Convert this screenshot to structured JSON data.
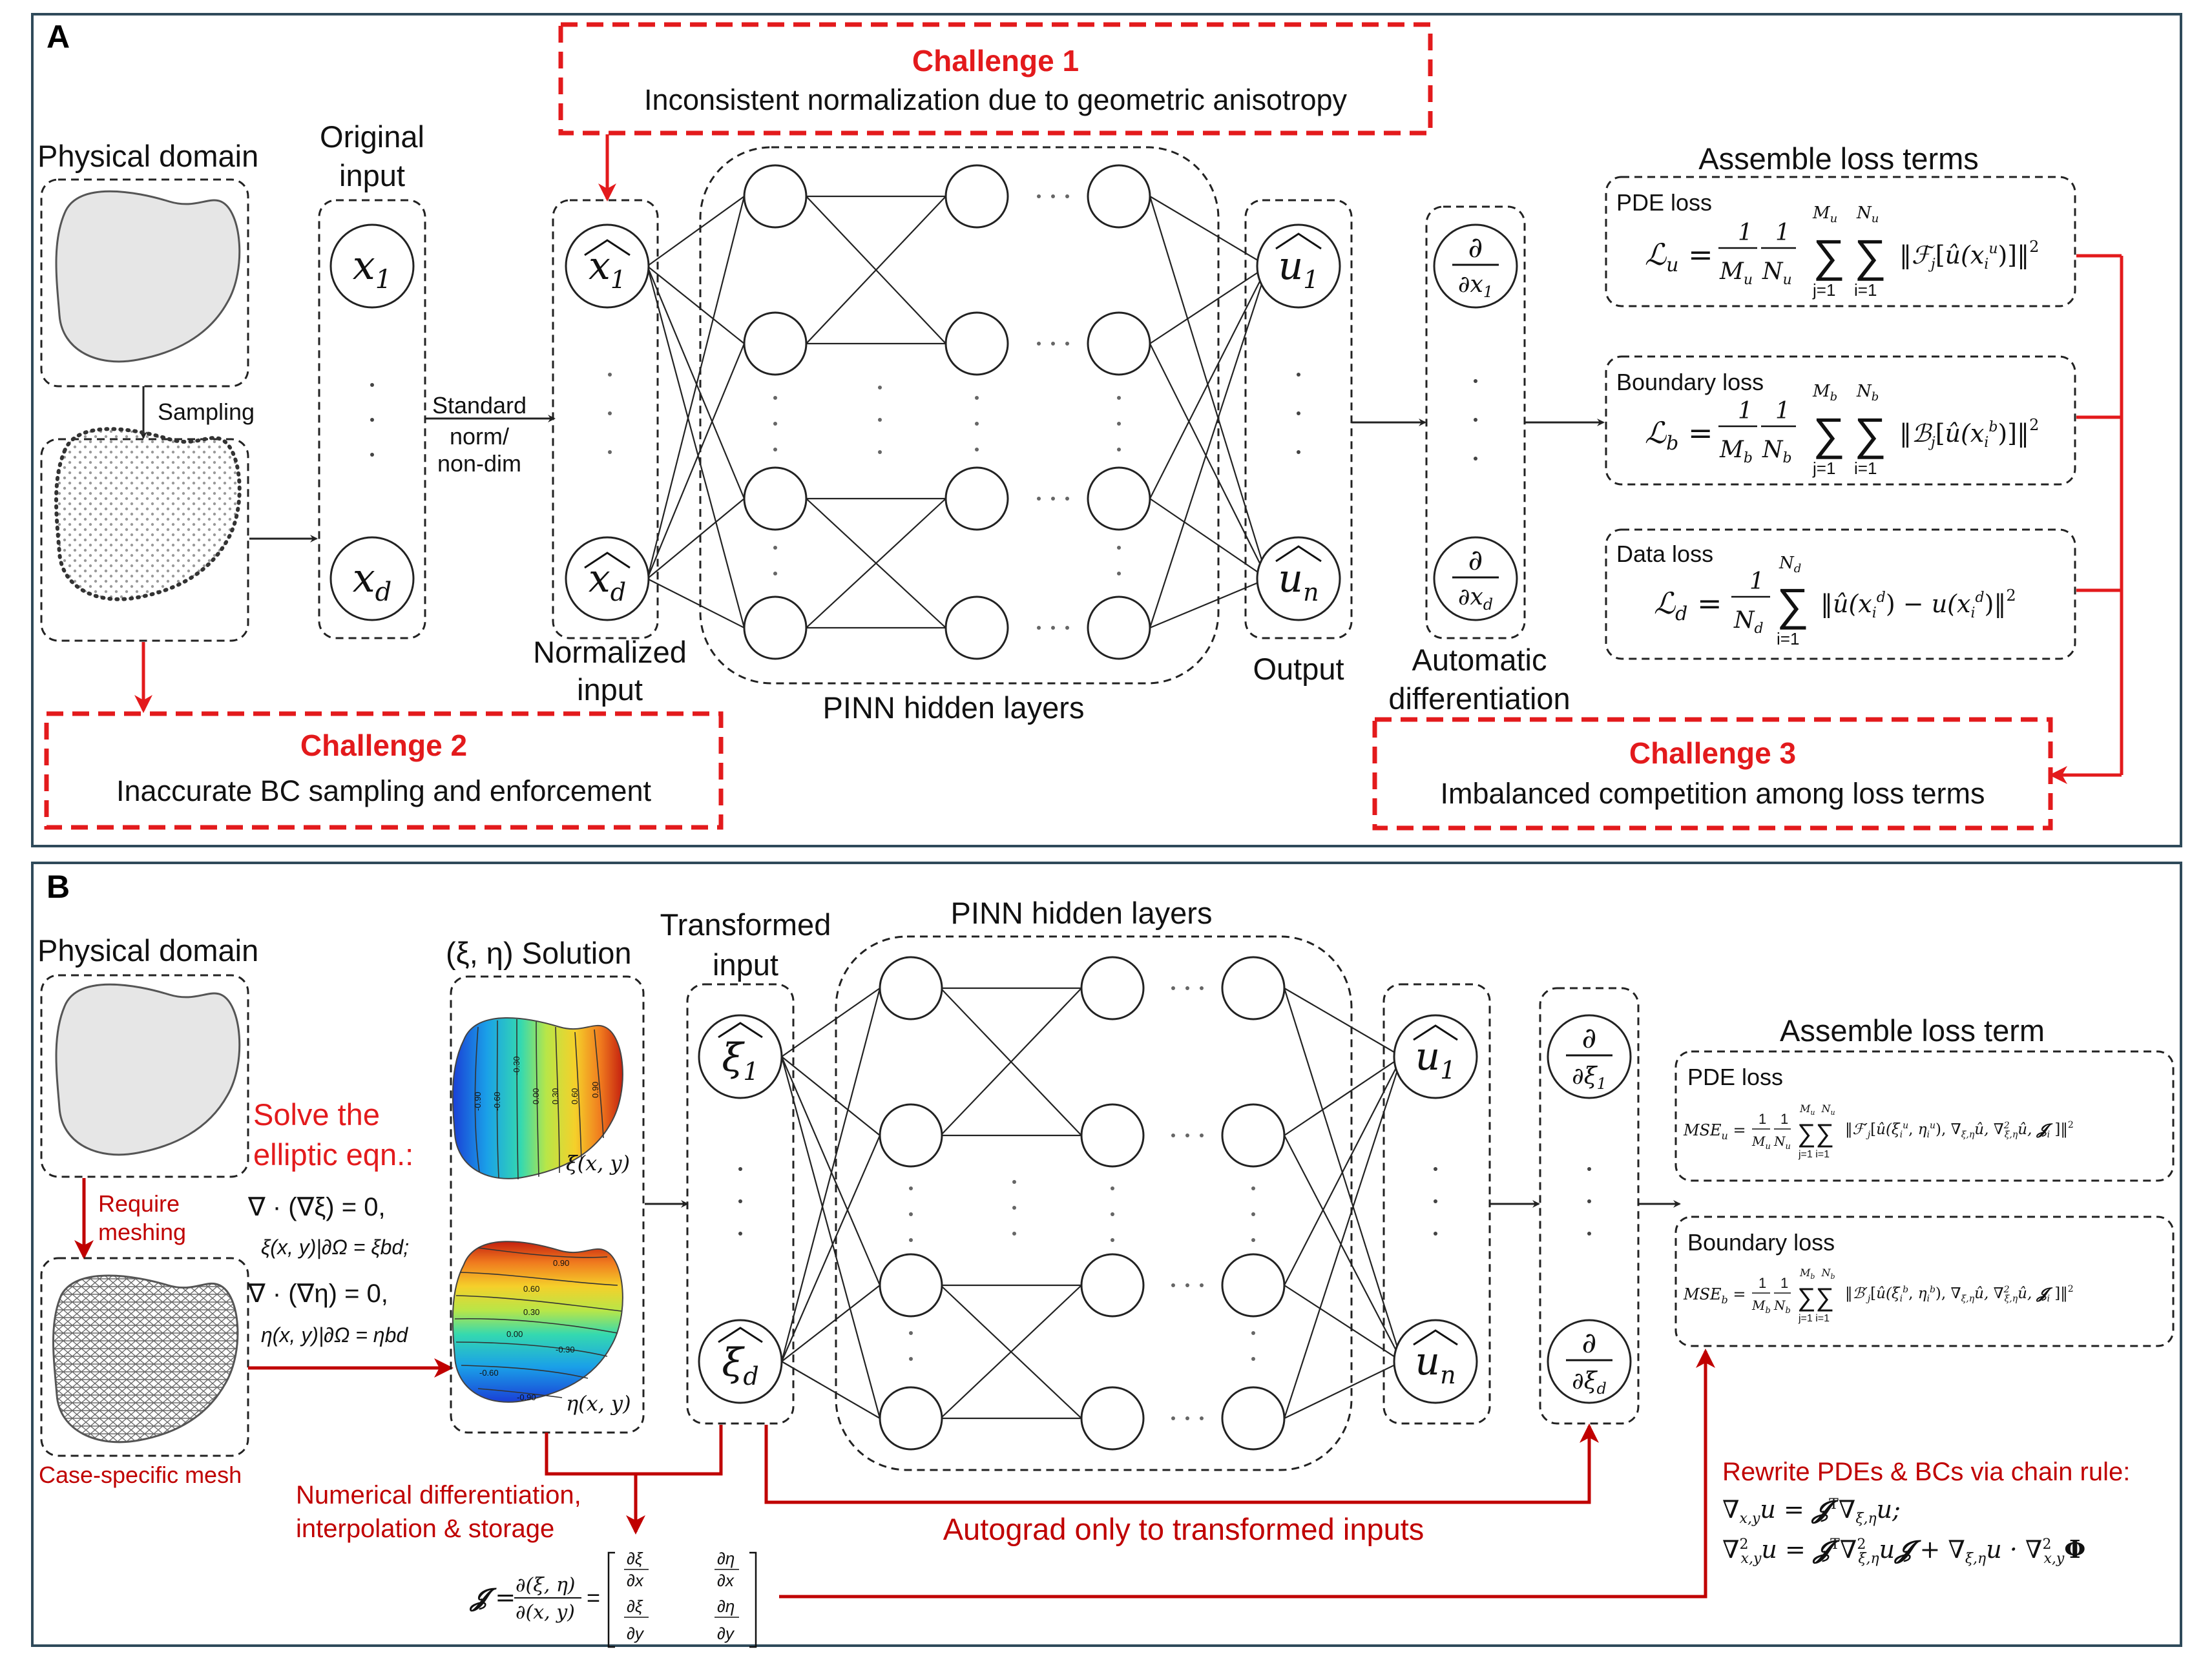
{
  "panel_a": {
    "label": "A",
    "challenge1": {
      "title": "Challenge 1",
      "text": "Inconsistent normalization due to geometric anisotropy"
    },
    "challenge2": {
      "title": "Challenge 2",
      "text": "Inaccurate BC sampling and enforcement"
    },
    "challenge3": {
      "title": "Challenge 3",
      "text": "Imbalanced competition among loss terms"
    },
    "physical_domain": "Physical domain",
    "sampling": "Sampling",
    "original_input": [
      "Original",
      "input"
    ],
    "standard_norm": [
      "Standard",
      "norm/",
      "non-dim"
    ],
    "normalized_input": [
      "Normalized",
      "input"
    ],
    "hidden_layers": "PINN hidden layers",
    "output": "Output",
    "autodiff": [
      "Automatic",
      "differentiation"
    ],
    "assemble": "Assemble loss terms",
    "inputs": [
      "x1",
      "xd"
    ],
    "norm_inputs": [
      "x̂1",
      "x̂d"
    ],
    "outputs": [
      "û1",
      "ûn"
    ],
    "derivs": [
      "∂/∂x̂1",
      "∂/∂x̂d"
    ],
    "losses": [
      {
        "name": "PDE loss",
        "lhs": "ℒ",
        "sub": "u",
        "formula": "= (1/M_u)(1/N_u) Σ_{j=1}^{M_u} Σ_{i=1}^{N_u} ‖ℱ_j[û(x_i^u)]‖²"
      },
      {
        "name": "Boundary loss",
        "lhs": "ℒ",
        "sub": "b",
        "formula": "= (1/M_b)(1/N_b) Σ_{j=1}^{M_b} Σ_{i=1}^{N_b} ‖ℬ_j[û(x_i^b)]‖²"
      },
      {
        "name": "Data loss",
        "lhs": "ℒ",
        "sub": "d",
        "formula": "= (1/N_d) Σ_{i=1}^{N_d} ‖û(x_i^d) − u(x_i^d)‖²"
      }
    ]
  },
  "panel_b": {
    "label": "B",
    "physical_domain": "Physical domain",
    "solution_title": "(ξ, η) Solution",
    "transformed_input": [
      "Transformed",
      "input"
    ],
    "hidden_layers": "PINN hidden layers",
    "assemble": "Assemble loss term",
    "solve": [
      "Solve the",
      "elliptic eqn.:"
    ],
    "eqs": [
      "∇ · (∇ξ) = 0,",
      "ξ(x, y)|∂Ω = ξbd;",
      "∇ · (∇η) = 0,",
      "η(x, y)|∂Ω = ηbd"
    ],
    "require_meshing": [
      "Require",
      "meshing"
    ],
    "case_mesh": "Case-specific mesh",
    "xi_label": "ξ(x, y)",
    "eta_label": "η(x, y)",
    "contour_xi": [
      "-0.90",
      "-0.60",
      "-0.30",
      "0.00",
      "0.30",
      "0.60",
      "0.90"
    ],
    "contour_eta": [
      "0.90",
      "0.60",
      "0.30",
      "0.00",
      "-0.30",
      "-0.60",
      "-0.90"
    ],
    "numdiff": [
      "Numerical differentiation,",
      "interpolation & storage"
    ],
    "jacobian": "𝓙 = ∂(ξ,η)/∂(x,y)",
    "autograd": "Autograd only to transformed inputs",
    "rewrite": [
      "Rewrite PDEs & BCs via chain rule:",
      "∇x,y u = 𝓙ᵀ∇ξ,η u;",
      "∇²x,y u = 𝓙ᵀ∇²ξ,η u 𝓙 + ∇ξ,η u · ∇²x,y 𝚽"
    ],
    "inputs": [
      "ξ̂1",
      "ξ̂d"
    ],
    "outputs": [
      "û1",
      "ûn"
    ],
    "derivs": [
      "∂/∂ξ̂1",
      "∂/∂ξ̂d"
    ],
    "losses": [
      {
        "name": "PDE loss",
        "formula": "MSE_u = (1/M_u)(1/N_u) Σ Σ ‖ℱ'_j[û(ξ_i^u, η_i^u), ∇ξ,η û, ∇²ξ,η û, 𝓙_i]‖²"
      },
      {
        "name": "Boundary loss",
        "formula": "MSE_b = (1/M_b)(1/N_b) Σ Σ ‖ℬ'_j[û(ξ_i^b, η_i^b), ∇ξ,η û, ∇²ξ,η û, 𝓙_i]‖²"
      }
    ]
  },
  "colors": {
    "red": "#e31a1c",
    "darkred": "#c00000",
    "frame": "#2f4a5a"
  }
}
